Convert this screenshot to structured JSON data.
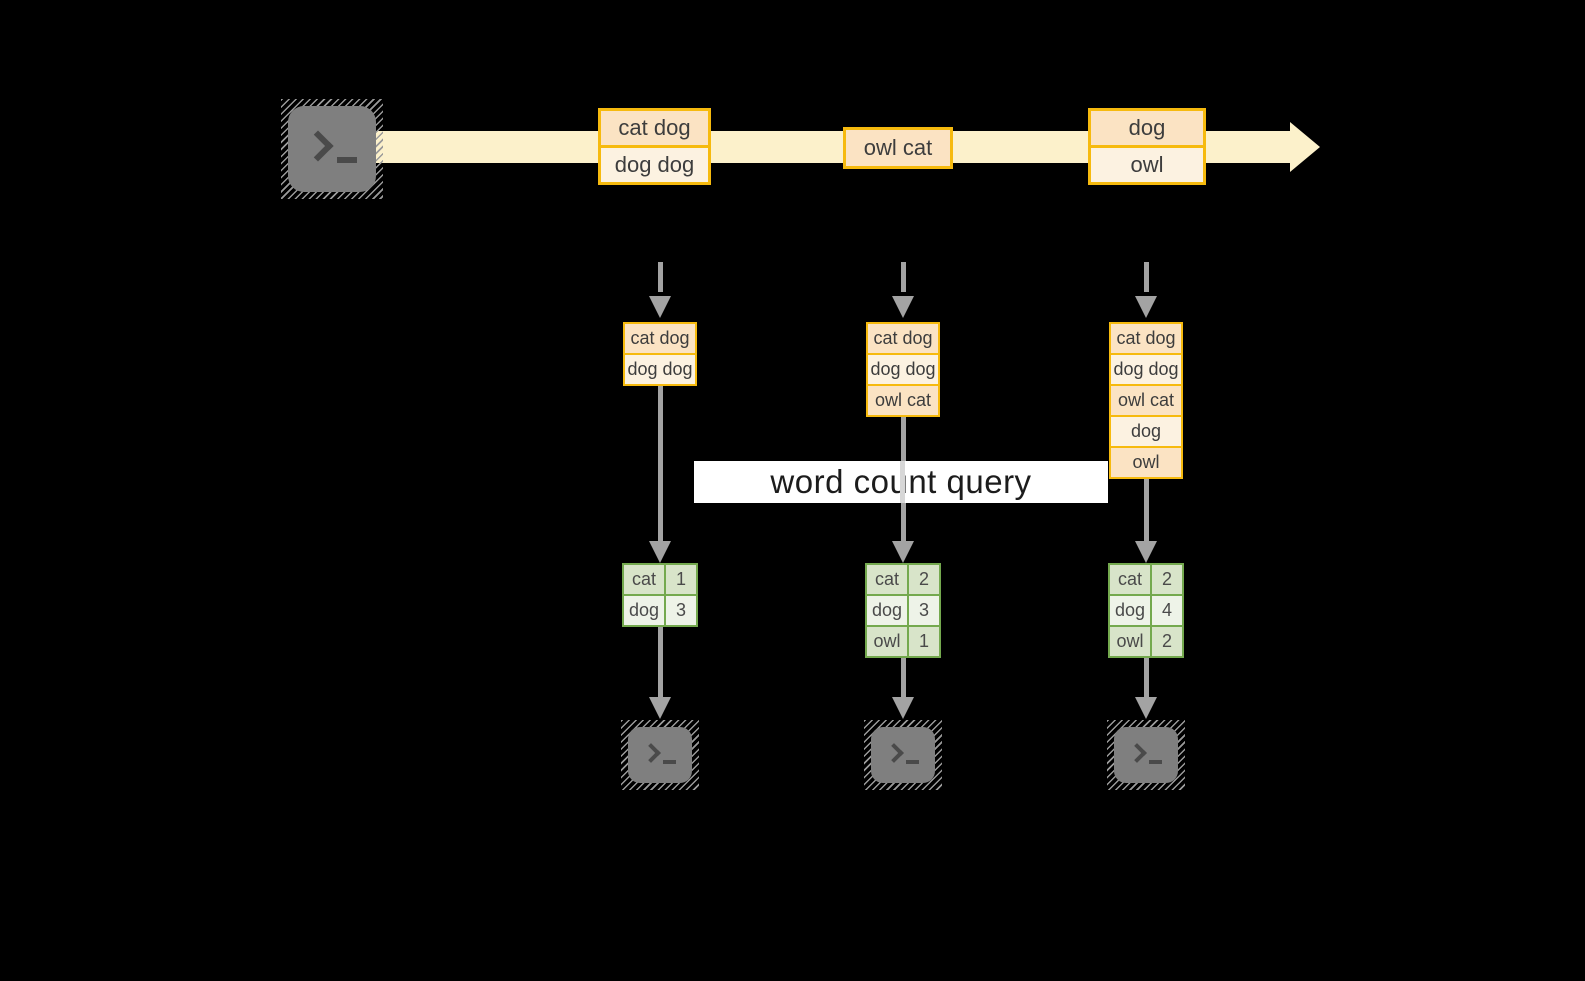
{
  "banner": {
    "label": "word count query"
  },
  "timeline": {
    "events": [
      [
        "cat dog",
        "dog dog"
      ],
      [
        "owl cat"
      ],
      [
        "dog",
        "owl"
      ]
    ]
  },
  "snapshots": [
    [
      "cat dog",
      "dog dog"
    ],
    [
      "cat dog",
      "dog dog",
      "owl cat"
    ],
    [
      "cat dog",
      "dog dog",
      "owl cat",
      "dog",
      "owl"
    ]
  ],
  "counts": [
    [
      [
        "cat",
        "1"
      ],
      [
        "dog",
        "3"
      ]
    ],
    [
      [
        "cat",
        "2"
      ],
      [
        "dog",
        "3"
      ],
      [
        "owl",
        "1"
      ]
    ],
    [
      [
        "cat",
        "2"
      ],
      [
        "dog",
        "4"
      ],
      [
        "owl",
        "2"
      ]
    ]
  ],
  "icons": {
    "source": "terminal-prompt-icon",
    "sinks": "terminal-prompt-icon",
    "stream_arrow": "right-arrow",
    "flow_arrows": "down-arrow"
  },
  "colors": {
    "background": "#000000",
    "band_cream": "#fcf1cb",
    "box_border_gold": "#f6ba0e",
    "cell_peach": "#fbe3c3",
    "cell_cream": "#fcf2e1",
    "table_border_green": "#74a94e",
    "row_sage": "#d8e4c9",
    "row_light": "#eef3e8",
    "arrow_gray": "#a3a3a3",
    "banner_white": "#ffffff"
  }
}
